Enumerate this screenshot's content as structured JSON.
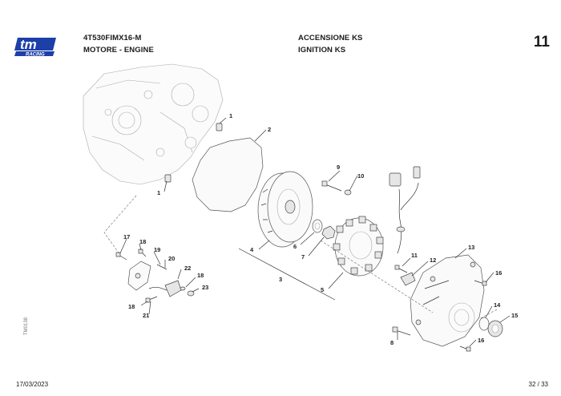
{
  "header": {
    "model": "4T530FIMX16-M",
    "group_it": "MOTORE - ENGINE",
    "section_it": "ACCENSIONE KS",
    "section_en": "IGNITION KS",
    "page_number": "11"
  },
  "logo": {
    "brand": "tm",
    "subtitle": "RACING",
    "color": "#1d3fa8"
  },
  "footer": {
    "date": "17/03/2023",
    "page": "32 / 33",
    "code": "TM0138"
  },
  "callouts": [
    "1",
    "1",
    "2",
    "3",
    "4",
    "5",
    "6",
    "7",
    "8",
    "9",
    "10",
    "11",
    "12",
    "13",
    "14",
    "15",
    "16",
    "16",
    "17",
    "18",
    "18",
    "18",
    "19",
    "20",
    "21",
    "22",
    "23"
  ]
}
